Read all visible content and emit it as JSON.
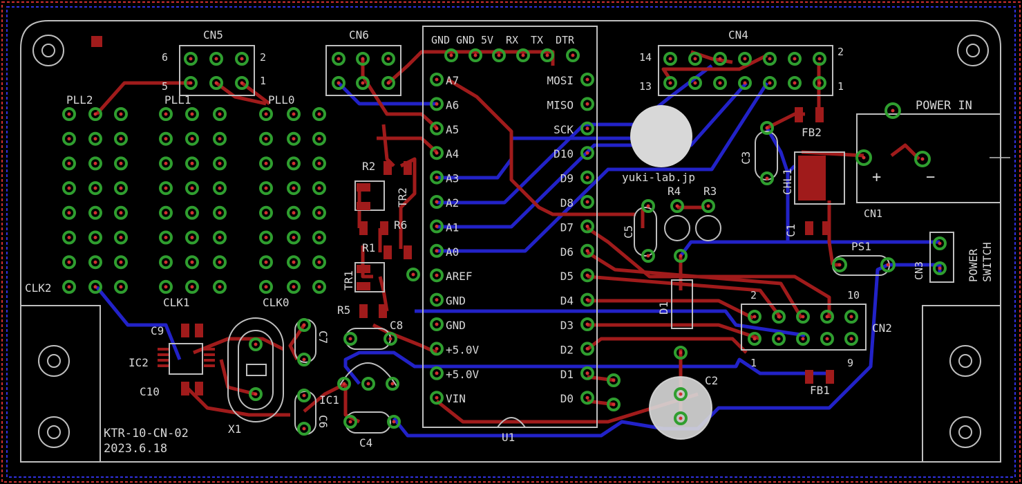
{
  "colors": {
    "background": "#000000",
    "silkscreen": "#d8d8d8",
    "top_copper": "#a01b1b",
    "bottom_copper": "#2222c8",
    "pad_ring": "#2f9e2f",
    "drill": "#c8c8c8",
    "outline_red": "#d03030",
    "outline_blue": "#3030e0"
  },
  "labels": {
    "cn5": "CN5",
    "cn6": "CN6",
    "cn4": "CN4",
    "cn1": "CN1",
    "cn2": "CN2",
    "cn3": "CN3",
    "cn5_p6": "6",
    "cn5_p2": "2",
    "cn5_p5": "5",
    "cn5_p1": "1",
    "cn4_p14": "14",
    "cn4_p2": "2",
    "cn4_p13": "13",
    "cn4_p1": "1",
    "cn2_p2": "2",
    "cn2_p10": "10",
    "cn2_p1": "1",
    "cn2_p9": "9",
    "pll2": "PLL2",
    "pll1": "PLL1",
    "pll0": "PLL0",
    "clk2": "CLK2",
    "clk1": "CLK1",
    "clk0": "CLK0",
    "power_in": "POWER IN",
    "power": "POWER",
    "switch": "SWITCH",
    "plus": "+",
    "minus": "−",
    "r1": "R1",
    "r2": "R2",
    "r3": "R3",
    "r4": "R4",
    "r5": "R5",
    "r6": "R6",
    "tr1": "TR1",
    "tr2": "TR2",
    "c2": "C2",
    "c3": "C3",
    "c4": "C4",
    "c5": "C5",
    "c6": "C6",
    "c7": "C7",
    "c8": "C8",
    "c9": "C9",
    "c10": "C10",
    "fb1": "FB1",
    "fb2": "FB2",
    "d1": "D1",
    "ps1": "PS1",
    "chl1": "CHL1",
    "c1": "C1",
    "ic1": "IC1",
    "ic2": "IC2",
    "x1": "X1",
    "u1": "U1",
    "website": "yuki-lab.jp",
    "board_name": "KTR-10-CN-02",
    "board_date": "2023.6.18"
  },
  "u1_header": [
    "GND",
    "GND",
    "5V",
    "RX",
    "TX",
    "DTR"
  ],
  "u1_left": [
    "A7",
    "A6",
    "A5",
    "A4",
    "A3",
    "A2",
    "A1",
    "A0",
    "AREF",
    "GND",
    "GND",
    "+5.0V",
    "+5.0V",
    "VIN"
  ],
  "u1_right": [
    "MOSI",
    "MISO",
    "SCK",
    "D10",
    "D9",
    "D8",
    "D7",
    "D6",
    "D5",
    "D4",
    "D3",
    "D2",
    "D1",
    "D0"
  ]
}
